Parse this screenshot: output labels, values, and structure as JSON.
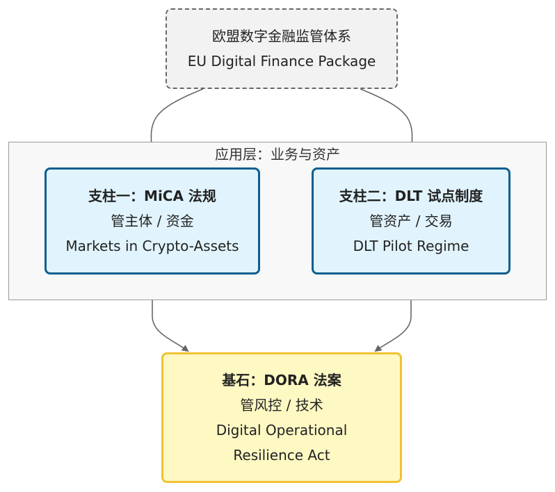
{
  "diagram": {
    "top": {
      "title": "欧盟数字金融监管体系",
      "subtitle": "EU Digital Finance Package"
    },
    "layer": {
      "label": "应用层：业务与资产"
    },
    "pillar_mica": {
      "title": "支柱一：MiCA 法规",
      "scope": "管主体 / 资金",
      "full_name": "Markets in Crypto-Assets"
    },
    "pillar_dlt": {
      "title": "支柱二：DLT 试点制度",
      "scope": "管资产 / 交易",
      "full_name": "DLT Pilot Regime"
    },
    "foundation": {
      "title": "基石：DORA 法案",
      "scope": "管风控 / 技术",
      "full_name_line1": "Digital Operational",
      "full_name_line2": "Resilience Act"
    }
  },
  "colors": {
    "top_fill": "#f2f2f2",
    "top_border": "#666666",
    "pillar_fill": "#e1f4fd",
    "pillar_border": "#0d5e8f",
    "foundation_fill": "#fef8c3",
    "foundation_border": "#f1c232",
    "edge": "#666666"
  }
}
